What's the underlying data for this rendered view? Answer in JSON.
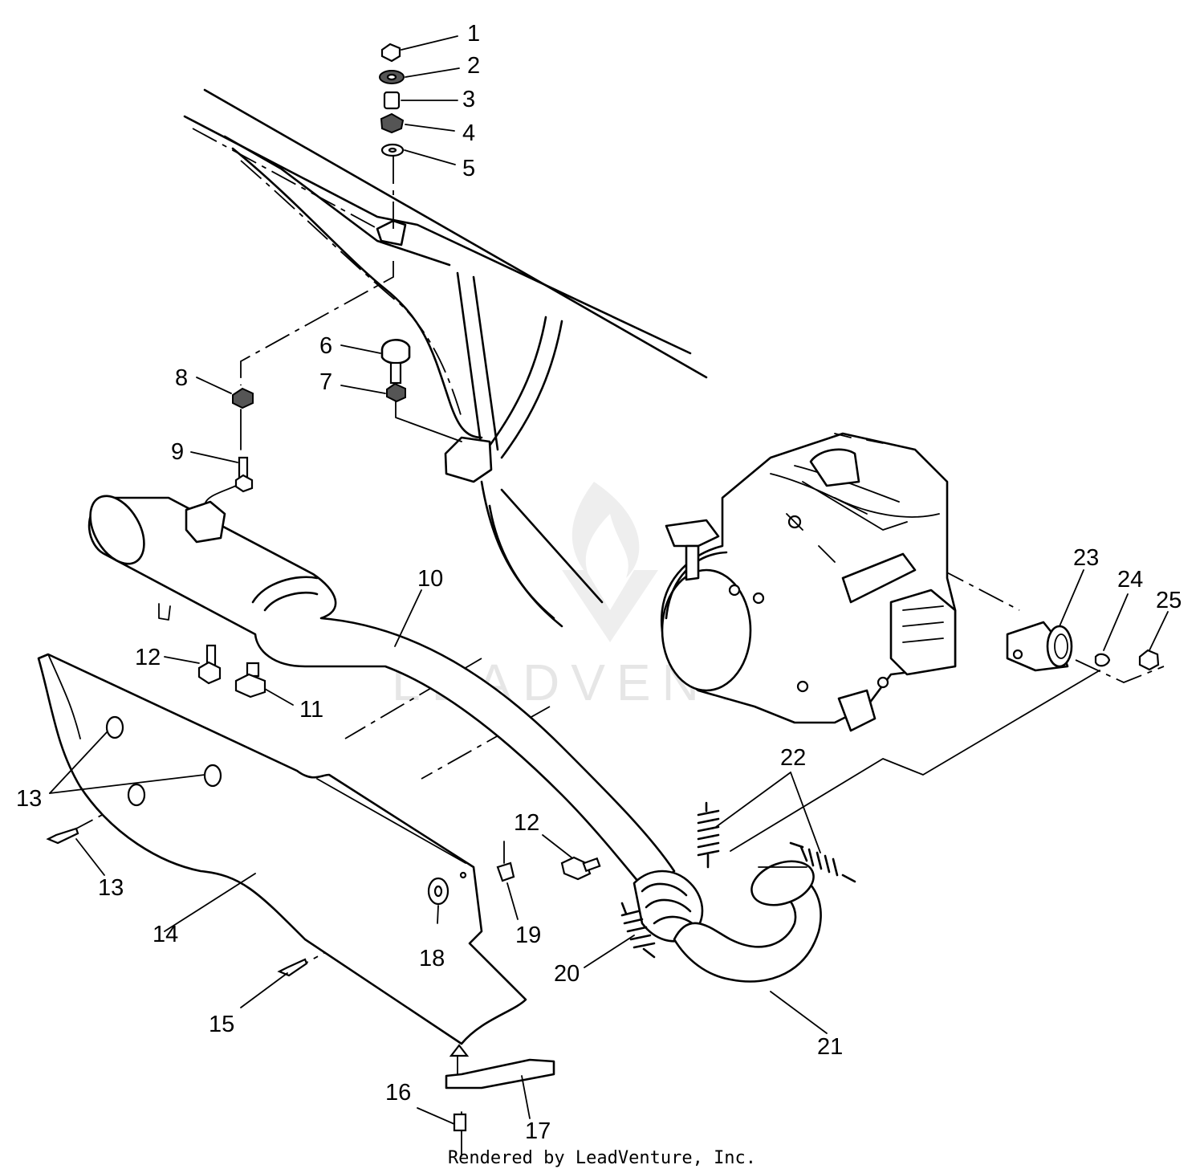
{
  "watermark": {
    "text": "LEADVENTUR"
  },
  "footer": {
    "text": "Rendered by LeadVenture, Inc."
  },
  "callouts": [
    "1",
    "2",
    "3",
    "4",
    "5",
    "6",
    "7",
    "8",
    "9",
    "10",
    "11",
    "12",
    "12",
    "13",
    "13",
    "14",
    "15",
    "16",
    "17",
    "18",
    "19",
    "20",
    "21",
    "22",
    "23",
    "24",
    "25"
  ]
}
